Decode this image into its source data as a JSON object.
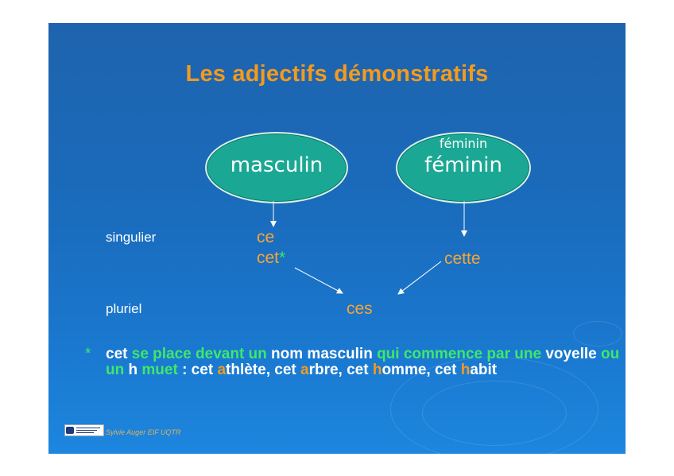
{
  "slide": {
    "title": "Les adjectifs démonstratifs",
    "ovals": {
      "masculin": "masculin",
      "feminin_small": "féminin",
      "feminin": "féminin"
    },
    "rows": {
      "singulier": "singulier",
      "pluriel": "pluriel"
    },
    "forms": {
      "ce": "ce",
      "cet": "cet",
      "cet_star": "*",
      "cette": "cette",
      "ces": "ces"
    },
    "note": {
      "star": "*",
      "parts": [
        {
          "t": "cet ",
          "c": "w"
        },
        {
          "t": "se place devant un ",
          "c": "g"
        },
        {
          "t": "nom masculin ",
          "c": "w"
        },
        {
          "t": "qui commence par une ",
          "c": "g"
        },
        {
          "t": "voyelle ",
          "c": "w"
        },
        {
          "t": "ou un ",
          "c": "g"
        },
        {
          "t": "h ",
          "c": "w"
        },
        {
          "t": "muet ",
          "c": "g"
        },
        {
          "t": ": cet ",
          "c": "w"
        },
        {
          "t": "a",
          "c": "o"
        },
        {
          "t": "thlète, cet ",
          "c": "w"
        },
        {
          "t": "a",
          "c": "o"
        },
        {
          "t": "rbre, cet ",
          "c": "w"
        },
        {
          "t": "h",
          "c": "o"
        },
        {
          "t": "omme, cet ",
          "c": "w"
        },
        {
          "t": "h",
          "c": "o"
        },
        {
          "t": "abit",
          "c": "w"
        }
      ]
    },
    "footer": "Sylvie Auger EIF UQTR",
    "colors": {
      "title": "#f39a1f",
      "oval_fill": "#1aa894",
      "highlight_green": "#3ee86a",
      "form_orange": "#f7a533"
    }
  }
}
